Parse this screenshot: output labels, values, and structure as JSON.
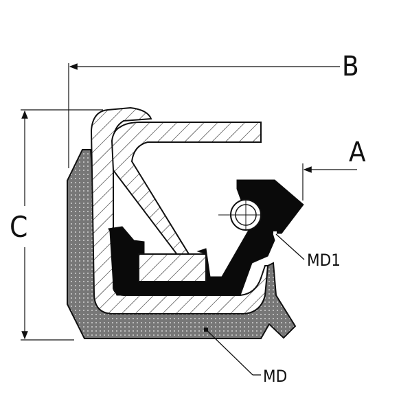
{
  "labels": {
    "dim_b": "B",
    "dim_a": "A",
    "dim_c": "C",
    "part_md1": "MD1",
    "part_md": "MD"
  },
  "colors": {
    "line": "#111111",
    "rubber_black": "#0a0a0a",
    "stipple": "#7a7a7a"
  }
}
